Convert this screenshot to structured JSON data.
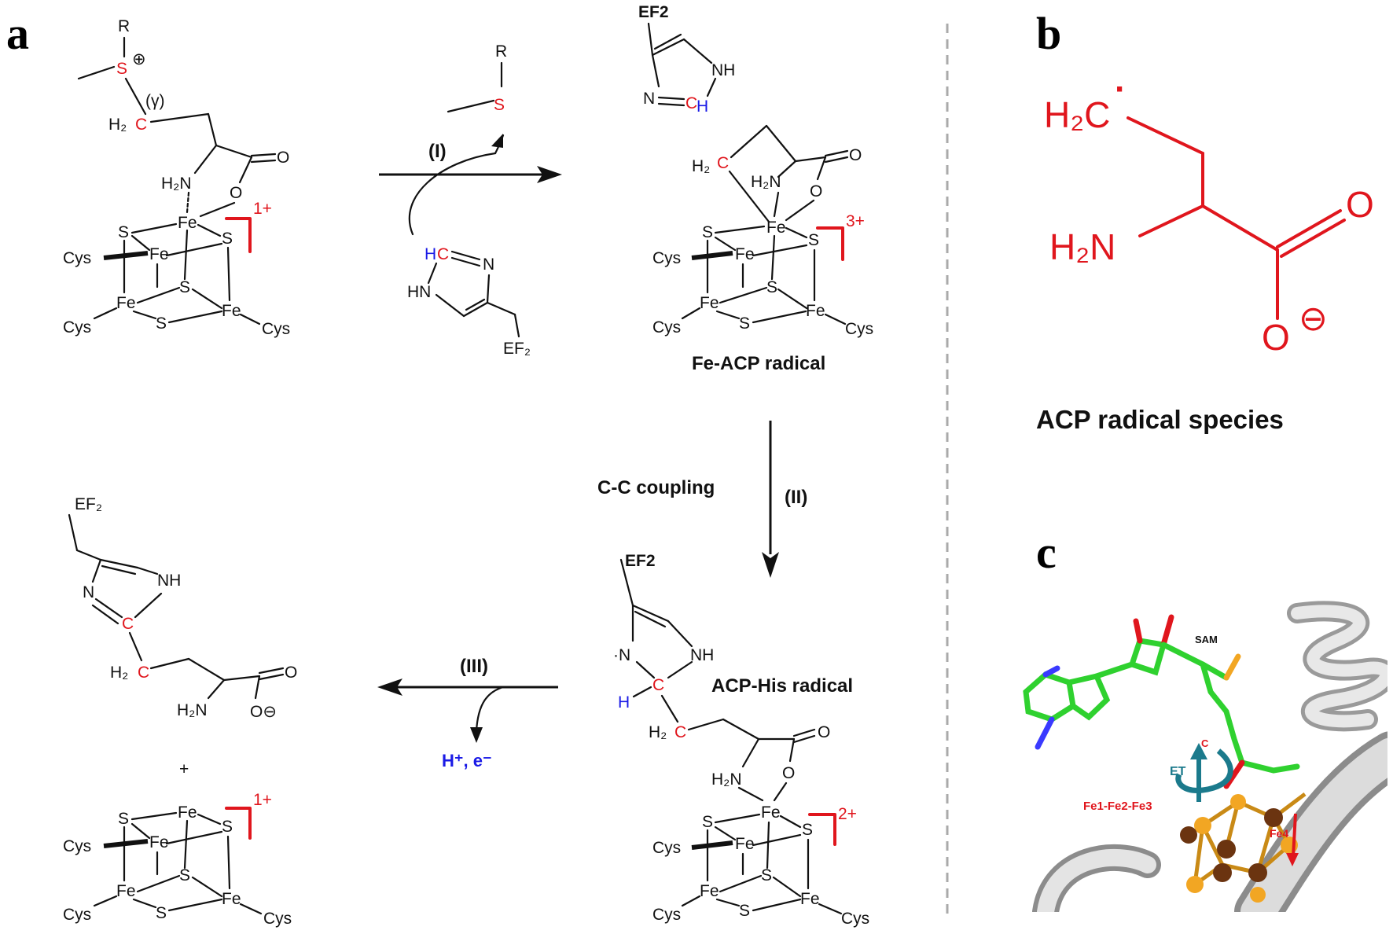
{
  "panels": {
    "a": "a",
    "b": "b",
    "c": "c"
  },
  "steps": {
    "i": "(I)",
    "ii": "(II)",
    "iii": "(III)",
    "cc_coupling": "C-C coupling"
  },
  "labels": {
    "fe_acp": "Fe-ACP radical",
    "acp_his": "ACP-His radical",
    "acp_species": "ACP radical species",
    "byproduct": "H⁺, e⁻",
    "plus": "+"
  },
  "charges": {
    "c1": "1+",
    "c3": "3+",
    "c2": "2+",
    "c4": "1+"
  },
  "atoms": {
    "r": "R",
    "s": "S",
    "plus_circle": "⊕",
    "gamma": "(γ)",
    "h2": "H₂",
    "c": "C",
    "h2c": "H₂C",
    "h2n": "H₂N",
    "o": "O",
    "o_minus": "O⊖",
    "fe": "Fe",
    "cys": "Cys",
    "ef2": "EF2",
    "ef2_sub": "EF₂",
    "nh": "NH",
    "hn": "HN",
    "n": "N",
    "n_rad": "·N",
    "h": "H",
    "ch": "CH",
    "hc": "HC"
  },
  "panel_b": {
    "h2c": "H₂C",
    "h2n": "H₂N",
    "o": "O",
    "dot": "·",
    "minus": "⊖"
  },
  "panel_c": {
    "sam": "SAM",
    "et": "ET",
    "cluster": "Fe1-Fe2-Fe3",
    "fe4": "Fe4",
    "c": "C"
  },
  "colors": {
    "red": "#e0161d",
    "blue": "#1a1ae6",
    "teal": "#1b7a8c",
    "sam_green": "#2fd12f",
    "iron": "#7a3e10",
    "sulfur": "#f2a623"
  }
}
